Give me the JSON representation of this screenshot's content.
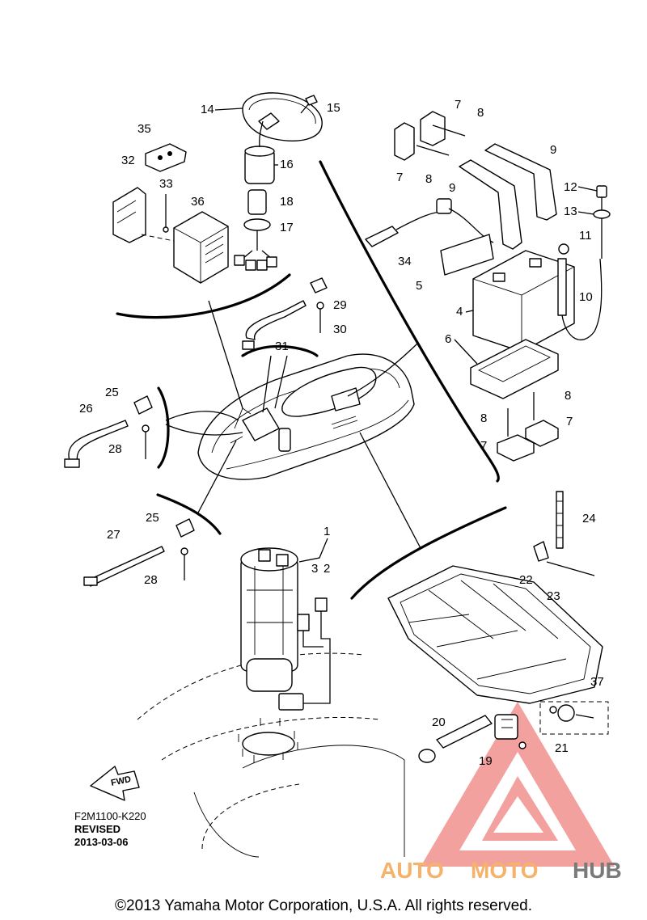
{
  "diagram": {
    "code": "F2M1100-K220",
    "revised_label": "REVISED",
    "revised_date": "2013-03-06",
    "fwd_label": "FWD",
    "copyright": "©2013 Yamaha Motor Corporation, U.S.A. All rights reserved.",
    "watermark": {
      "brand_parts": [
        "AUTO",
        "MOTO",
        "HUB"
      ],
      "colors": {
        "auto": "#f4b26a",
        "moto": "#f4b26a",
        "hub": "#7a7a7a",
        "triangle": "#e85550"
      }
    },
    "callouts": {
      "c1": "1",
      "c2": "2",
      "c3": "3",
      "c4": "4",
      "c5": "5",
      "c6": "6",
      "c7": "7",
      "c8": "8",
      "c9": "9",
      "c10": "10",
      "c11": "11",
      "c12": "12",
      "c13": "13",
      "c14": "14",
      "c15": "15",
      "c16": "16",
      "c17": "17",
      "c18": "18",
      "c19": "19",
      "c20": "20",
      "c21": "21",
      "c22": "22",
      "c23": "23",
      "c24": "24",
      "c25": "25",
      "c26": "26",
      "c27": "27",
      "c28": "28",
      "c29": "29",
      "c30": "30",
      "c31": "31",
      "c32": "32",
      "c33": "33",
      "c34": "34",
      "c35": "35",
      "c36": "36",
      "c37": "37"
    }
  }
}
